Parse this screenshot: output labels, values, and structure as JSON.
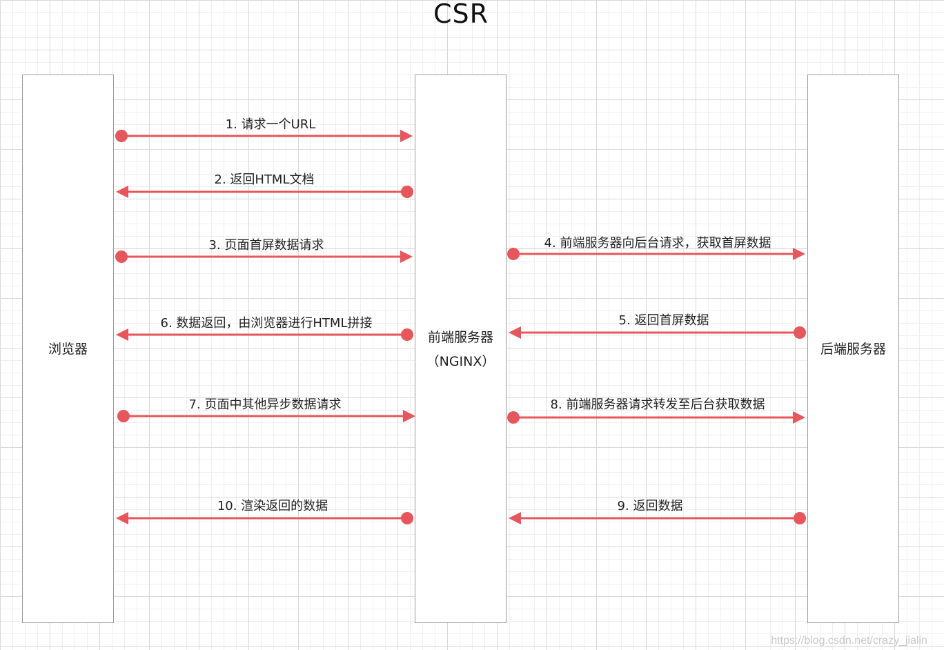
{
  "title": "CSR",
  "nodes": {
    "browser": {
      "label": "浏览器"
    },
    "frontend": {
      "label_line1": "前端服务器",
      "label_line2": "（NGINX）"
    },
    "backend": {
      "label": "后端服务器"
    }
  },
  "messages": [
    {
      "label": "1. 请求一个URL"
    },
    {
      "label": "2. 返回HTML文档"
    },
    {
      "label": "3. 页面首屏数据请求"
    },
    {
      "label": "4. 前端服务器向后台请求，获取首屏数据"
    },
    {
      "label": "5. 返回首屏数据"
    },
    {
      "label": "6. 数据返回，由浏览器进行HTML拼接"
    },
    {
      "label": "7. 页面中其他异步数据请求"
    },
    {
      "label": "8. 前端服务器请求转发至后台获取数据"
    },
    {
      "label": "9. 返回数据"
    },
    {
      "label": "10. 渲染返回的数据"
    }
  ],
  "colors": {
    "arrow": "#e8555a",
    "node_border": "#9a9a9a"
  },
  "watermark": "https://blog.csdn.net/crazy_jialin"
}
